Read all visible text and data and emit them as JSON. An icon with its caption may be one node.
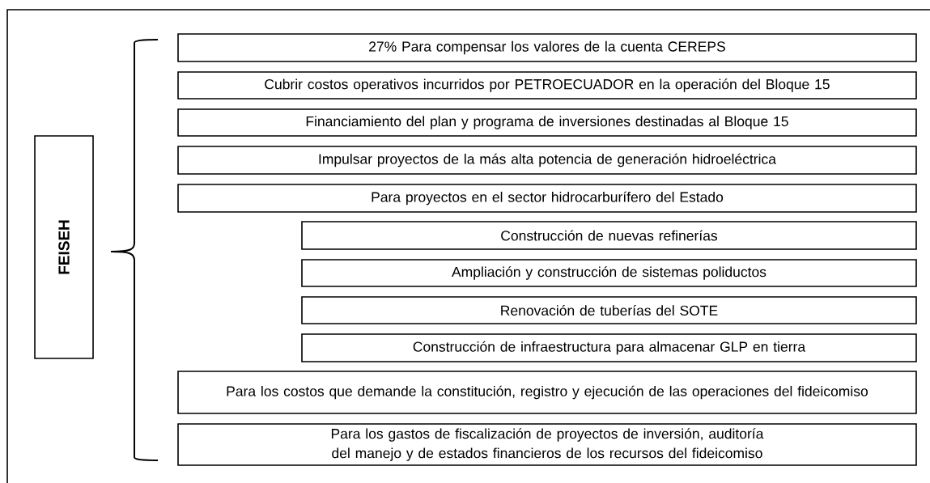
{
  "diagram": {
    "nodes": [
      {
        "text": [
          "FEISEH"
        ]
      },
      {
        "text": [
          "27% Para compensar los valores de la cuenta CEREPS"
        ]
      },
      {
        "text": [
          "Cubrir costos operativos incurridos por PETROECUADOR en la operación del Bloque 15"
        ]
      },
      {
        "text": [
          "Financiamiento del plan y programa de inversiones destinadas al Bloque 15"
        ]
      },
      {
        "text": [
          "Impulsar proyectos de la más alta potencia de generación hidroeléctrica"
        ]
      },
      {
        "text": [
          "Para proyectos en el sector hidrocarburífero del Estado"
        ]
      },
      {
        "text": [
          "Construcción de nuevas refinerías"
        ]
      },
      {
        "text": [
          "Ampliación y construcción de sistemas poliductos"
        ]
      },
      {
        "text": [
          "Renovación de tuberías del SOTE"
        ]
      },
      {
        "text": [
          "Construcción de infraestructura para almacenar GLP en tierra"
        ]
      },
      {
        "text": [
          "Para los costos  que demande la constitución, registro y ejecución de las operaciones del fideicomiso"
        ]
      },
      {
        "text": [
          "Para los gastos de fiscalización de proyectos de inversión, auditoría del manejo y de estados financieros de los recursos del fideicomiso"
        ]
      }
    ]
  }
}
